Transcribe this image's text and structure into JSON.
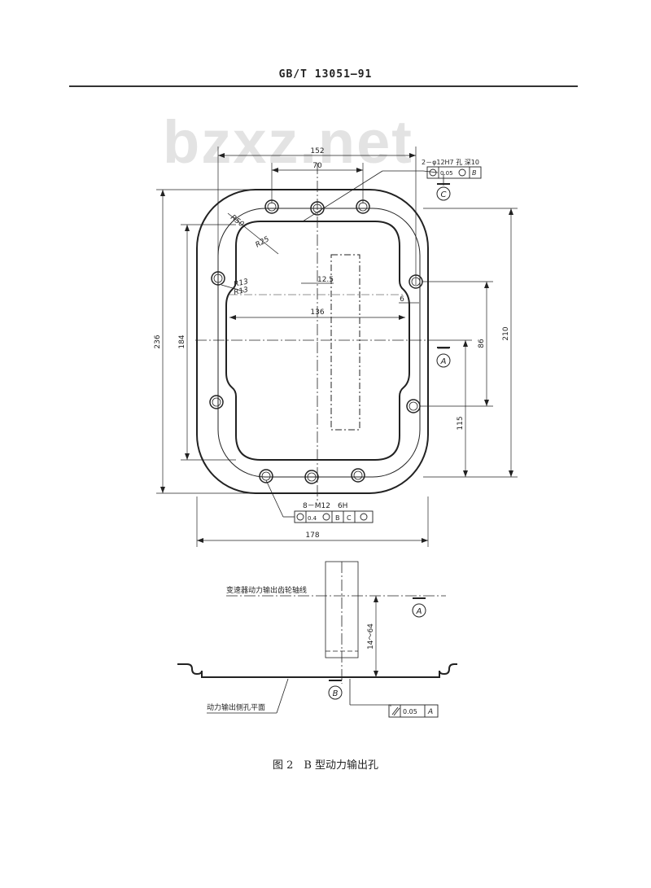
{
  "header": {
    "standard_no": "GB/T 13051—91"
  },
  "watermark": "bzxz.net",
  "plan_view": {
    "dims": {
      "d152": "152",
      "d70": "70",
      "d12_5": "12.5",
      "d136": "136",
      "d6": "6",
      "d236": "236",
      "d184": "184",
      "d210": "210",
      "d86": "86",
      "d115": "115",
      "d178": "178"
    },
    "radii": {
      "r50": "R50",
      "r25": "R25",
      "r13a": "R13",
      "r13b": "R13"
    },
    "hole_note": "2－φ12H7 孔 深10",
    "hole_frame": {
      "tol": "0.05",
      "ref": "B"
    },
    "thread_note": "8－M12　6H",
    "thread_frame": {
      "tol": "0.4",
      "ref1": "B",
      "ref2": "C"
    },
    "datum_a": "A",
    "datum_c": "C"
  },
  "section_view": {
    "axis_label": "变速器动力输出齿轮轴线",
    "range": "14～64",
    "plane_label": "动力输出侧孔平面",
    "datum_a": "A",
    "datum_b": "B",
    "frame": {
      "tol": "0.05",
      "ref": "A"
    }
  },
  "caption": "图 2　B 型动力输出孔"
}
